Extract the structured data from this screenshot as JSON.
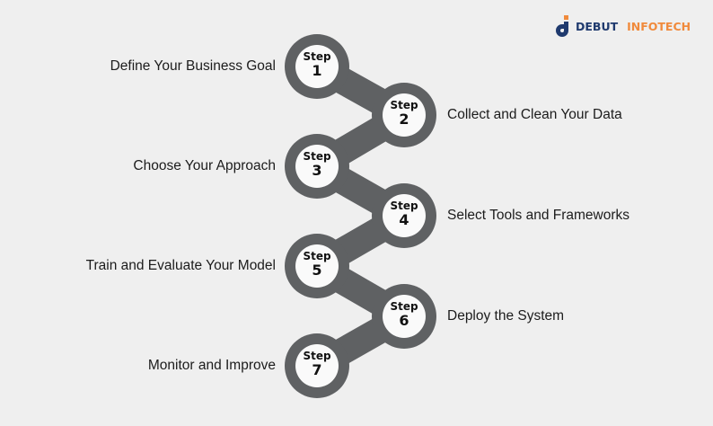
{
  "logo": {
    "part1": "DEBUT",
    "part2": "INFOTECH"
  },
  "colors": {
    "chain": "#5f6163",
    "accent": "#f08a3c",
    "brand": "#1f3a6e"
  },
  "step_word": "Step",
  "steps": [
    {
      "number": "1",
      "label": "Define Your Business Goal",
      "side": "left"
    },
    {
      "number": "2",
      "label": "Collect and Clean Your Data",
      "side": "right"
    },
    {
      "number": "3",
      "label": "Choose Your Approach",
      "side": "left"
    },
    {
      "number": "4",
      "label": "Select Tools and Frameworks",
      "side": "right"
    },
    {
      "number": "5",
      "label": "Train and Evaluate Your Model",
      "side": "left"
    },
    {
      "number": "6",
      "label": "Deploy the System",
      "side": "right"
    },
    {
      "number": "7",
      "label": "Monitor and Improve",
      "side": "left"
    }
  ]
}
